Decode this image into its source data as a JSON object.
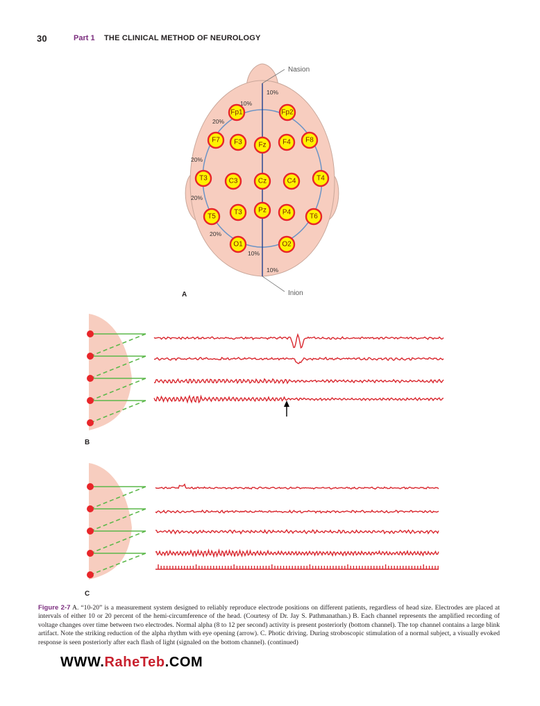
{
  "header": {
    "page_number": "30",
    "part_label": "Part 1",
    "part_title": "THE CLINICAL METHOD OF NEUROLOGY"
  },
  "figure_a": {
    "panel_letter": "A",
    "nasion_label": "Nasion",
    "inion_label": "Inion",
    "percent_labels": [
      "10%",
      "10%",
      "20%",
      "20%",
      "20%",
      "20%",
      "10%",
      "10%"
    ],
    "electrodes": [
      "Fp1",
      "Fp2",
      "F7",
      "F3",
      "Fz",
      "F4",
      "F8",
      "T3",
      "C3",
      "Cz",
      "C4",
      "T4",
      "T5",
      "T3",
      "Pz",
      "P4",
      "T6",
      "O1",
      "O2"
    ]
  },
  "figure_b": {
    "panel_letter": "B"
  },
  "figure_c": {
    "panel_letter": "C"
  },
  "caption": {
    "figure_label": "Figure 2-7",
    "text": " A. “10-20” is a measurement system designed to reliably reproduce electrode positions on different patients, regardless of head size. Electrodes are placed at intervals of either 10 or 20 percent of the hemi-circumference of the head. (Courtesy of Dr. Jay S. Pathmanathan.) B. Each channel represents the amplified recording of voltage changes over time between two electrodes. Normal alpha (8 to 12 per second) activity is present posteriorly (bottom channel). The top channel contains a large blink artifact. Note the striking reduction of the alpha rhythm with eye opening (arrow). C. Photic driving. During stroboscopic stimulation of a normal subject, a visually evoked response is seen posteriorly after each flash of light (signaled on the bottom channel). (continued)"
  },
  "watermark": {
    "prefix": "WWW.",
    "accent": "RaheTeb",
    "suffix": ".COM"
  },
  "colors": {
    "trace": "#d9272e",
    "head": "#f7cdbf",
    "electrode_fill": "#fff200",
    "electrode_ring": "#e8262a",
    "circle": "#6a93c6",
    "midline": "#1d3f8f",
    "montage": "#5cb84a"
  }
}
